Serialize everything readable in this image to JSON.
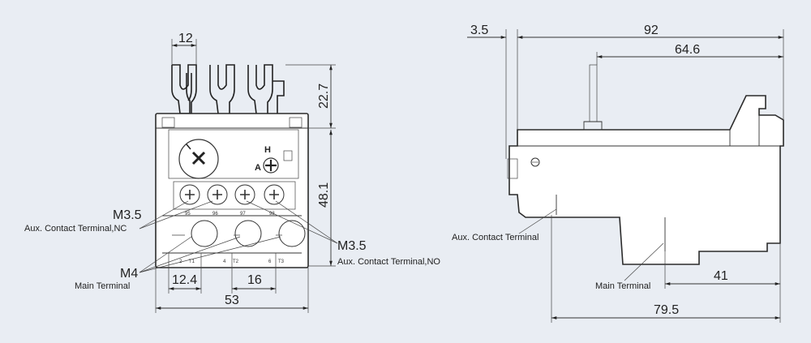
{
  "front_view": {
    "dim_top_width": "12",
    "dim_terminal_height": "22.7",
    "dim_body_height": "48.1",
    "dim_left_pitch": "12.4",
    "dim_pitch": "16",
    "dim_total_width": "53",
    "m35_nc": "M3.5",
    "aux_nc_label": "Aux. Contact Terminal,NC",
    "m4": "M4",
    "main_terminal_label": "Main Terminal",
    "m35_no": "M3.5",
    "aux_no_label": "Aux. Contact Terminal,NO",
    "dial_letter_h": "H",
    "dial_letter_a": "A",
    "aux_terminal_numbers": [
      "95",
      "96",
      "97",
      "98"
    ],
    "main_terminal_codes": [
      "2",
      "T1",
      "4",
      "T2",
      "6",
      "T3"
    ]
  },
  "side_view": {
    "dim_offset": "3.5",
    "dim_overall_length": "92",
    "dim_length_upper": "64.6",
    "dim_length_lower": "41",
    "dim_length_bottom": "79.5",
    "aux_terminal_label": "Aux. Contact Terminal",
    "main_terminal_label": "Main Terminal"
  }
}
